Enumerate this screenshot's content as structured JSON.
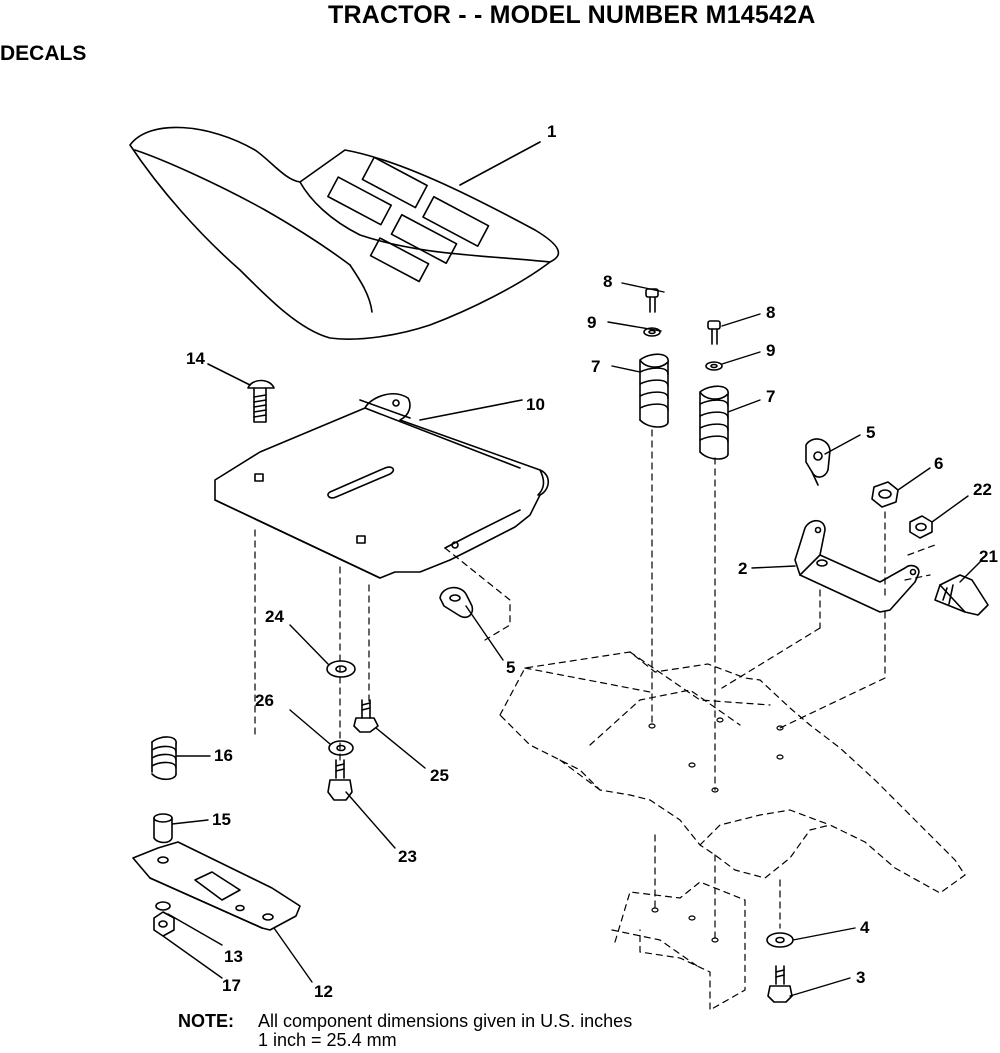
{
  "header": {
    "title": "TRACTOR - - MODEL NUMBER M14542A",
    "section": "DECALS"
  },
  "callouts": {
    "c1": "1",
    "c2": "2",
    "c3": "3",
    "c4": "4",
    "c5a": "5",
    "c5b": "5",
    "c6": "6",
    "c7a": "7",
    "c7b": "7",
    "c8a": "8",
    "c8b": "8",
    "c9a": "9",
    "c9b": "9",
    "c10": "10",
    "c12": "12",
    "c13": "13",
    "c14": "14",
    "c15": "15",
    "c16": "16",
    "c17": "17",
    "c21": "21",
    "c22": "22",
    "c23": "23",
    "c24": "24",
    "c25": "25",
    "c26": "26"
  },
  "note": {
    "label": "NOTE:",
    "line1": "All component dimensions given in U.S. inches",
    "line2": "1 inch = 25.4 mm"
  }
}
